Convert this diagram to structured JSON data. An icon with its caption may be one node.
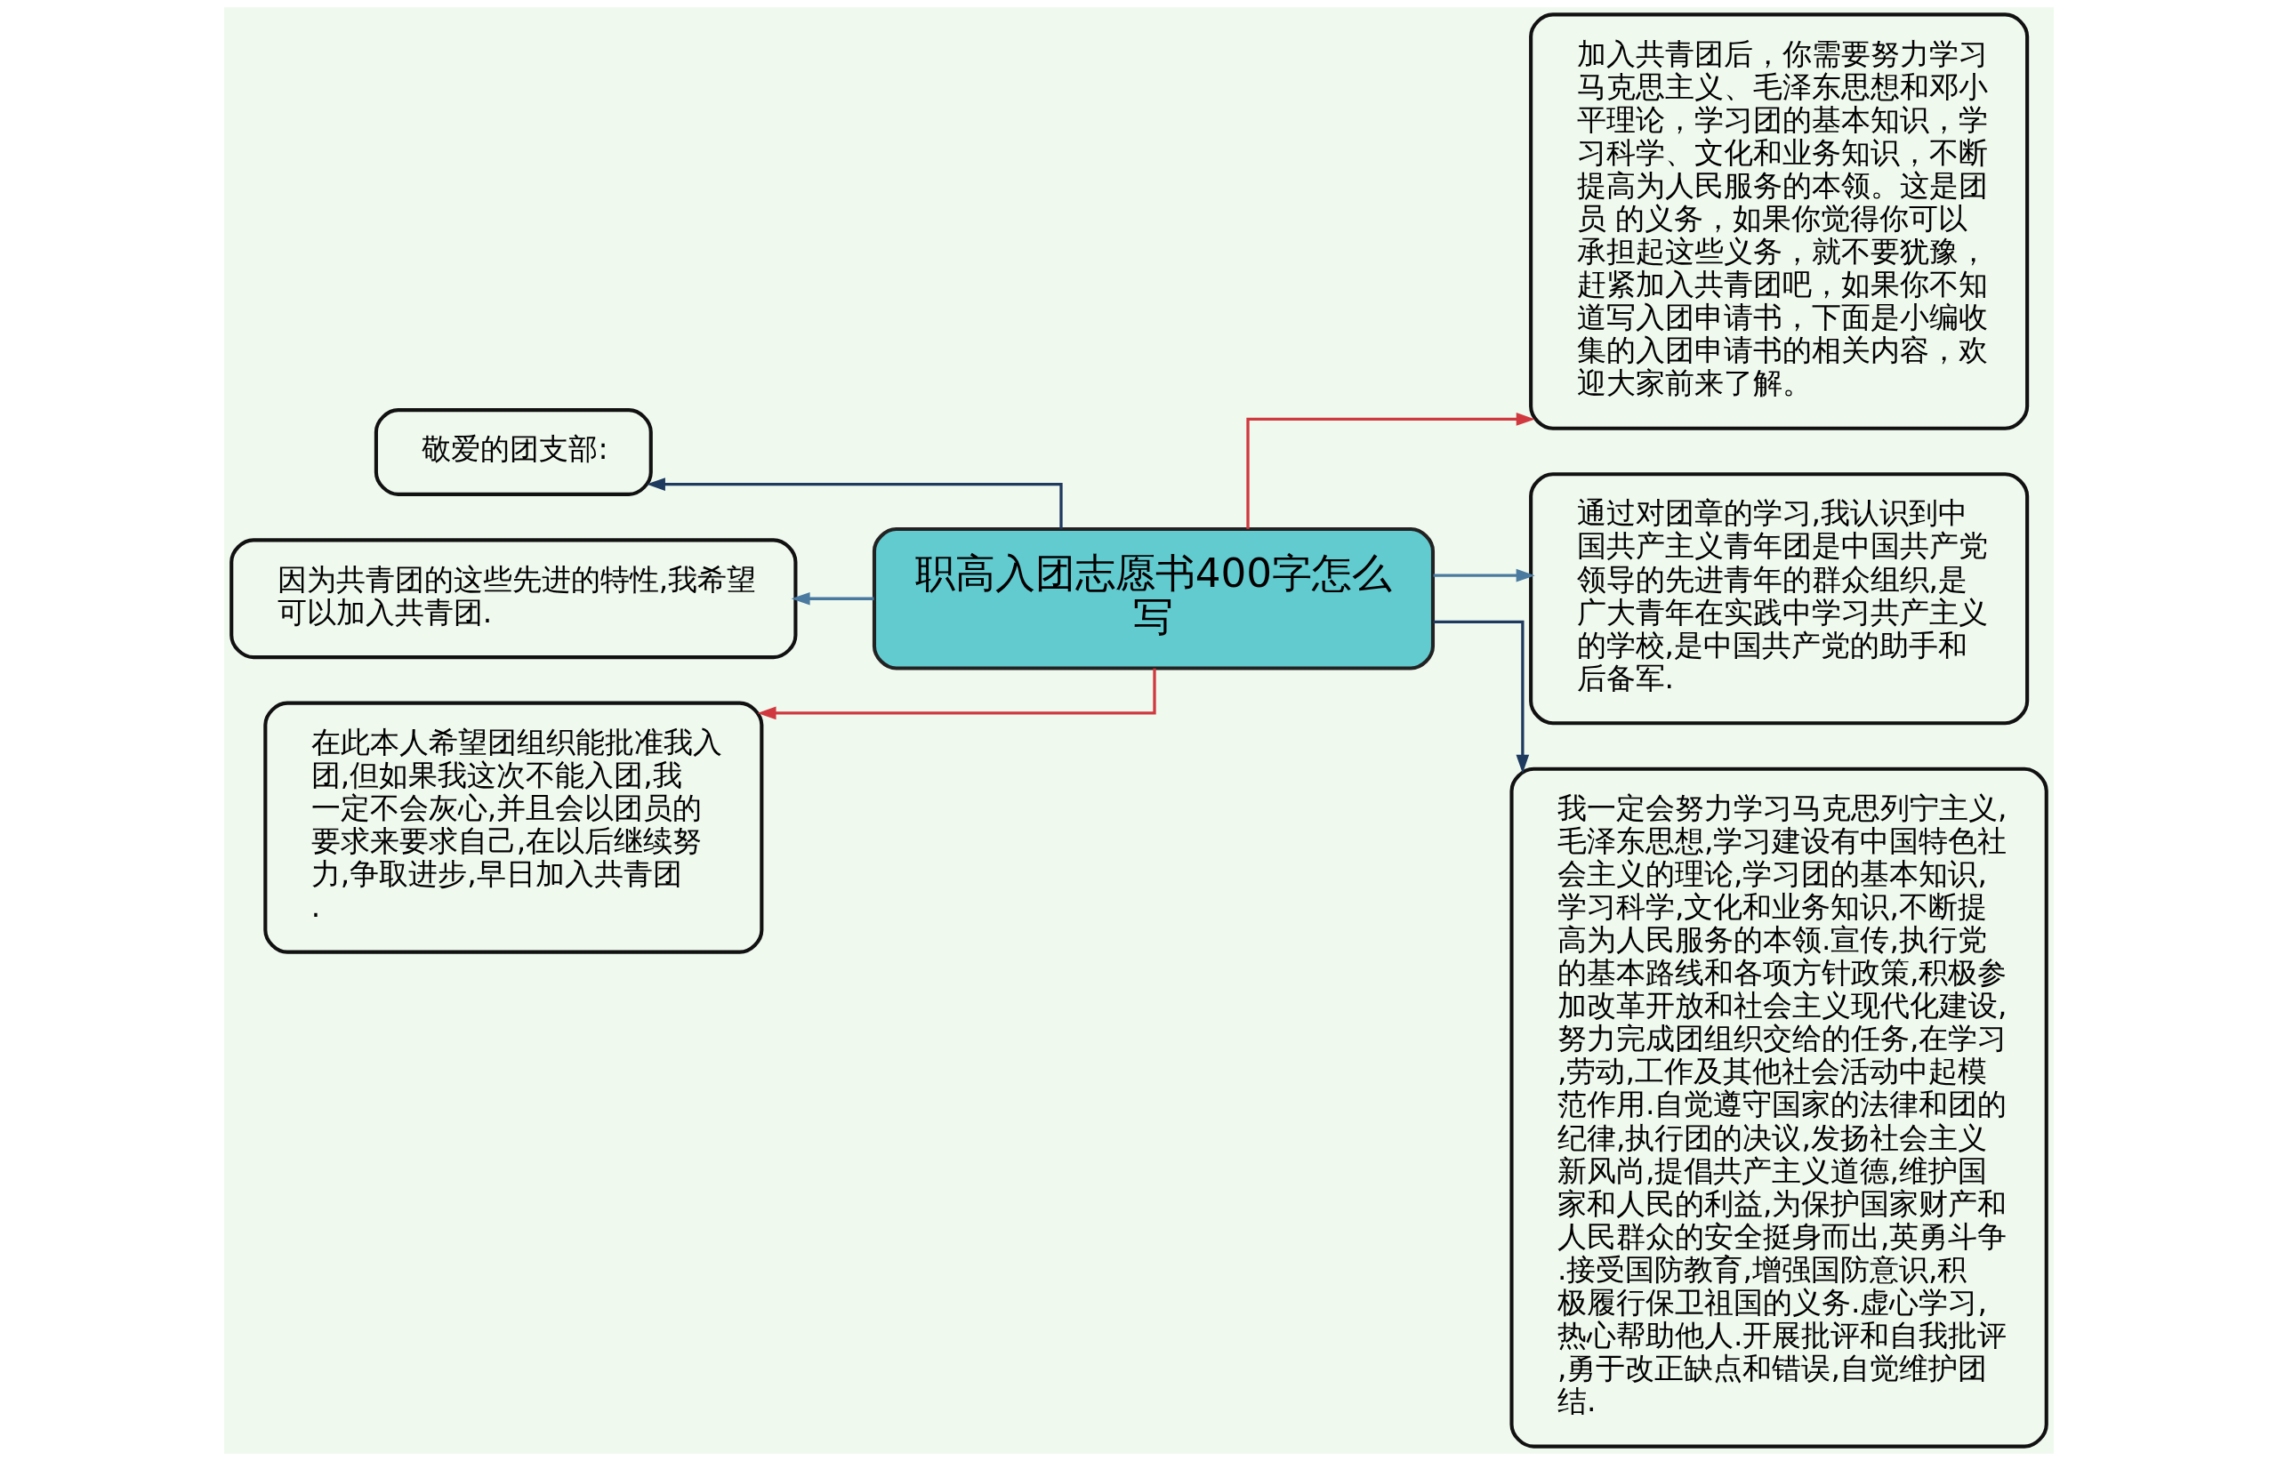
{
  "diagram": {
    "nodes": [
      {
        "text": [
          "职高入团志愿书400字怎么写"
        ]
      },
      {
        "text": [
          "敬爱的团支部:"
        ]
      },
      {
        "text": [
          "因为共青团的这些先进的特性,我希望可以加入共青团."
        ]
      },
      {
        "text": [
          "在此本人希望团组织能批准我入团,但如果我这次不能入团,我一定不会灰心,并且会以团员的要求来要求自己,在以后继续努力,争取进步,早日加入共青团."
        ]
      },
      {
        "text": [
          "加入共青团后，你需要努力学习马克思主义、毛泽东思想和邓小平理论，学习团的基本知识，学习科学、文化和业务知识，不断提高为人民服务的本领。这是团员 的义务，如果你觉得你可以承担起这些义务，就不要犹豫，赶紧加入共青团吧，如果你不知道写入团申请书，下面是小编收集的入团申请书的相关内容，欢迎大家前来了解。"
        ]
      },
      {
        "text": [
          "通过对团章的学习,我认识到中国共产主义青年团是中国共产党领导的先进青年的群众组织,是广大青年在实践中学习共产主义的学校,是中国共产党的助手和后备军."
        ]
      },
      {
        "text": [
          "我一定会努力学习马克思列宁主义,毛泽东思想,学习建设有中国特色社会主义的理论,学习团的基本知识,学习科学,文化和业务知识,不断提高为人民服务的本领.宣传,执行党的基本路线和各项方针政策,积极参加改革开放和社会主义现代化建设,努力完成团组织交给的任务,在学习,劳动,工作及其他社会活动中起模范作用.自觉遵守国家的法律和团的纪律,执行团的决议,发扬社会主义新风尚,提倡共产主义道德,维护国家和人民的利益,为保护国家财产和人民群众的安全挺身而出,英勇斗争.接受国防教育,增强国防意识,积极履行保卫祖国的义务.虚心学习,热心帮助他人.开展批评和自我批评,勇于改正缺点和错误,自觉维护团结."
        ]
      }
    ],
    "edges": [
      {
        "from": 0,
        "to": 1,
        "arrow": "to",
        "color": "#1f3a5f"
      },
      {
        "from": 0,
        "to": 2,
        "arrow": "to",
        "color": "#4a7aa0"
      },
      {
        "from": 0,
        "to": 3,
        "arrow": "to",
        "color": "#d0393f"
      },
      {
        "from": 0,
        "to": 4,
        "arrow": "to",
        "color": "#d0393f"
      },
      {
        "from": 0,
        "to": 5,
        "arrow": "to",
        "color": "#4a7aa0"
      },
      {
        "from": 0,
        "to": 6,
        "arrow": "to",
        "color": "#1f3a5f"
      }
    ]
  }
}
